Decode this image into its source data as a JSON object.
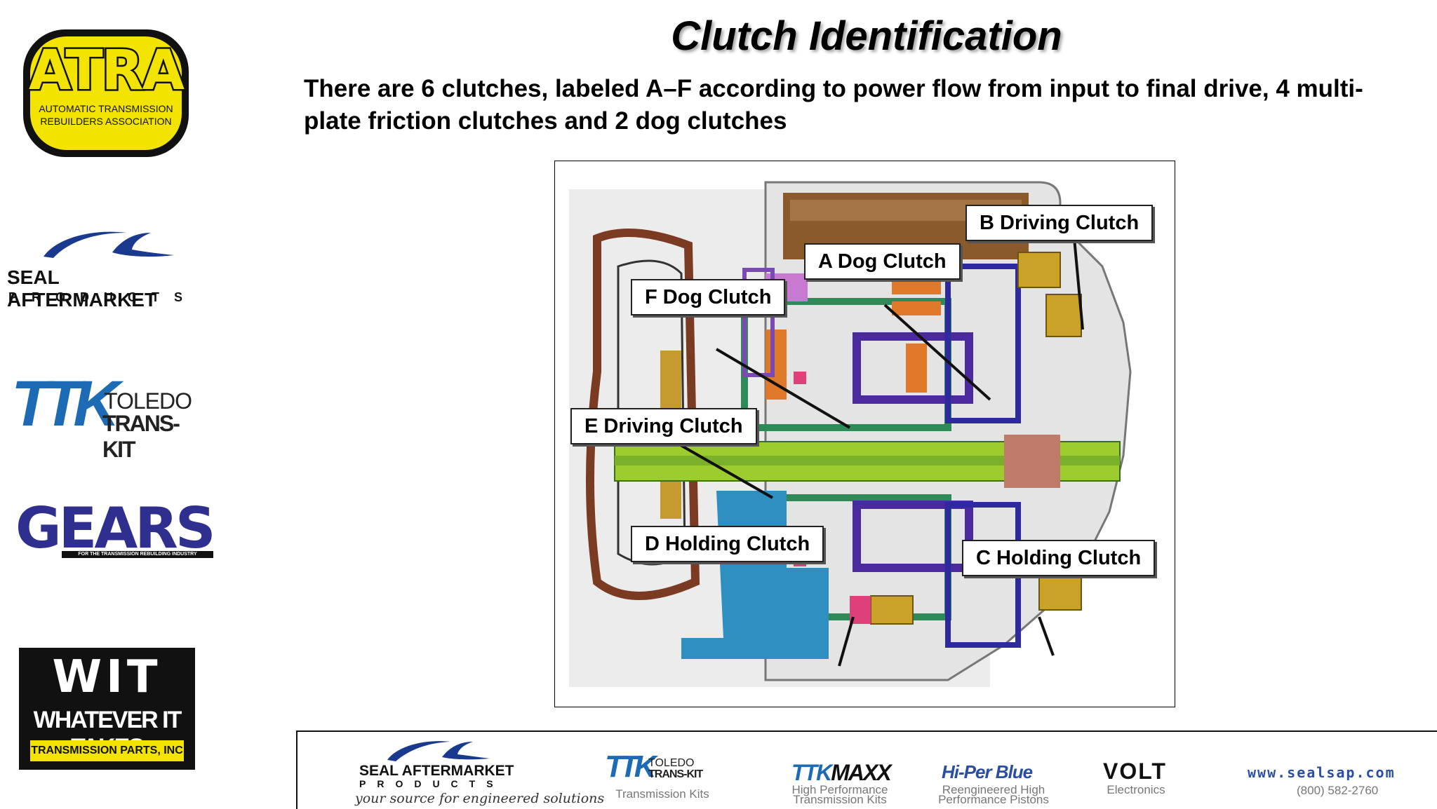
{
  "title": "Clutch Identification",
  "body_text": "There are 6 clutches, labeled A–F according to power flow from input to final drive, 4 multi-plate friction clutches and 2 dog clutches",
  "sidebar_logos": {
    "atra": {
      "word": "ATRA",
      "line1": "AUTOMATIC TRANSMISSION",
      "line2": "REBUILDERS ASSOCIATION",
      "colors": {
        "yellow": "#f3e300",
        "black": "#111111"
      }
    },
    "seal": {
      "name": "SEAL AFTERMARKET",
      "products": "PRODUCTS",
      "swoosh_color": "#1a3a8f"
    },
    "ttk": {
      "mark": "TTK",
      "line1": "TOLEDO",
      "line2": "TRANS-KIT",
      "color": "#1d6ab5"
    },
    "gears": {
      "word": "GEARS",
      "tagline": "FOR THE TRANSMISSION REBUILDING INDUSTRY",
      "color": "#2f2f8f"
    },
    "wit": {
      "word": "WIT",
      "line1": "WHATEVER IT TAKES",
      "line2": "TRANSMISSION PARTS, INC"
    }
  },
  "diagram": {
    "callouts": {
      "b": "B Driving Clutch",
      "a": "A Dog Clutch",
      "f": "F Dog Clutch",
      "e": "E Driving Clutch",
      "d": "D Holding Clutch",
      "c": "C Holding Clutch"
    }
  },
  "footer": {
    "seal_name": "SEAL AFTERMARKET",
    "seal_products": "PRODUCTS",
    "seal_tagline": "your source for engineered solutions",
    "ttk_mark": "TTK",
    "ttk_line1": "TOLEDO",
    "ttk_line2": "TRANS-KIT",
    "ttk_caption": "Transmission Kits",
    "maxx_mark": "TTK",
    "maxx_word": "MAXX",
    "maxx_caption_1": "High Performance",
    "maxx_caption_2": "Transmission Kits",
    "hiper_word": "Hi-Per Blue",
    "hiper_caption_1": "Reengineered High",
    "hiper_caption_2": "Performance Pistons",
    "volt_word": "VOLT",
    "volt_caption": "Electronics",
    "url": "www.sealsap.com",
    "phone": "(800) 582-2760"
  }
}
